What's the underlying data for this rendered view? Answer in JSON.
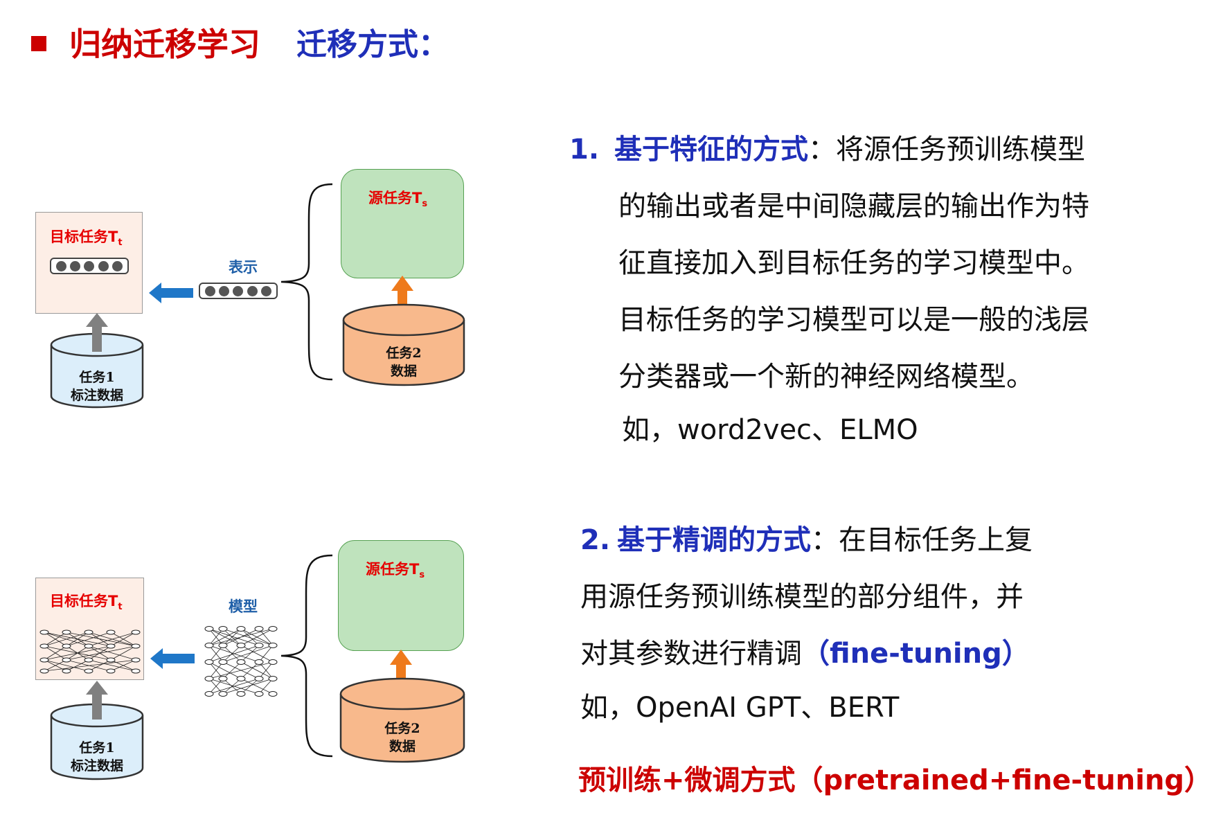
{
  "header": {
    "title": "归纳迁移学习",
    "subtitle": "迁移方式："
  },
  "diagram_top": {
    "target_label": "目标任务T",
    "target_sub": "t",
    "source_label": "源任务T",
    "source_sub": "s",
    "connector_label": "表示",
    "db_left_line1": "任务1",
    "db_left_line2": "标注数据",
    "db_right_line1": "任务2",
    "db_right_line2": "数据"
  },
  "diagram_bottom": {
    "target_label": "目标任务T",
    "target_sub": "t",
    "source_label": "源任务T",
    "source_sub": "s",
    "connector_label": "模型",
    "db_left_line1": "任务1",
    "db_left_line2": "标注数据",
    "db_right_line1": "任务2",
    "db_right_line2": "数据"
  },
  "method1": {
    "number": "1.",
    "name": "基于特征的方式",
    "colon": "：",
    "line1_rest": "将源任务预训练模型",
    "line2": "的输出或者是中间隐藏层的输出作为特",
    "line3": "征直接加入到目标任务的学习模型中。",
    "line4": "目标任务的学习模型可以是一般的浅层",
    "line5": "分类器或一个新的神经网络模型。",
    "example": "如，word2vec、ELMO"
  },
  "method2": {
    "number": "2.",
    "name": "基于精调的方式",
    "colon": "：",
    "line1_rest": "在目标任务上复",
    "line2": "用源任务预训练模型的部分组件，并",
    "line3_a": "对其参数进行精调",
    "line3_b": "（fine-tuning）",
    "example": "如，OpenAI GPT、BERT"
  },
  "footer": {
    "text": "预训练+微调方式（pretrained+fine-tuning）"
  },
  "colors": {
    "red": "#cc0000",
    "blue": "#1f2fb8",
    "green_box": "#bfe3bd",
    "orange_db": "#f8b98c",
    "blue_db": "#dceefa",
    "arrow_blue": "#1f77c8",
    "arrow_orange": "#ee7a1c",
    "arrow_gray": "#808080"
  }
}
